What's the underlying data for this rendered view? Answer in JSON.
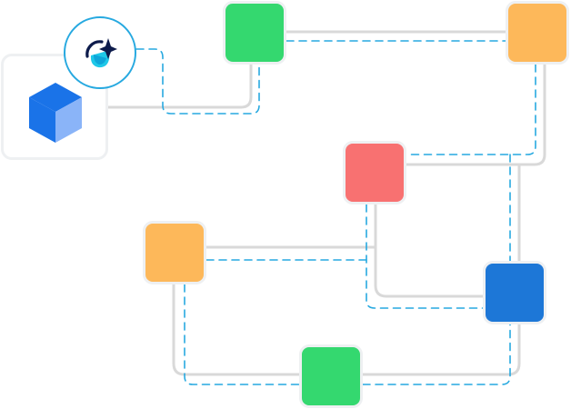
{
  "colors": {
    "green": "#34d86f",
    "orange": "#fdb85a",
    "red": "#f87171",
    "blue": "#1d77d7",
    "solid_connector": "#d9d9d9",
    "dashed_connector": "#27a9e0",
    "cube_dark": "#1a73e8",
    "cube_light": "#8ab4f8"
  },
  "nodes": [
    {
      "id": "green-top",
      "color": "green"
    },
    {
      "id": "orange-right",
      "color": "orange"
    },
    {
      "id": "red",
      "color": "red"
    },
    {
      "id": "orange-left",
      "color": "orange"
    },
    {
      "id": "blue",
      "color": "blue"
    },
    {
      "id": "green-bottom",
      "color": "green"
    }
  ],
  "icons": {
    "source": "cube-icon",
    "badge": "compass-sparkle-icon"
  }
}
